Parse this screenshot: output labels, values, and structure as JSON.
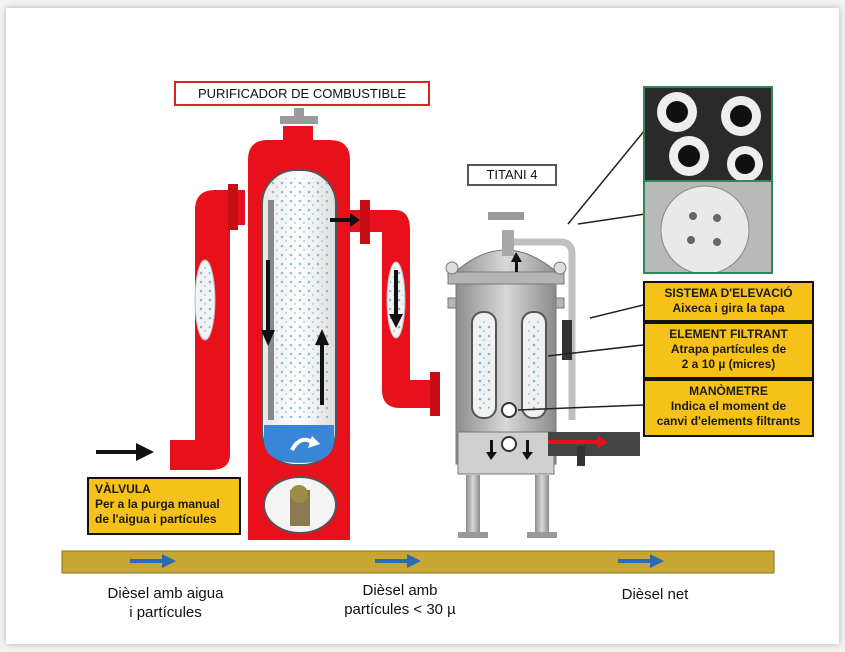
{
  "titles": {
    "purifier": "PURIFICADOR DE COMBUSTIBLE",
    "titan": "TITANI 4"
  },
  "callouts": {
    "valve": {
      "heading": "VÀLVULA",
      "line1": "Per a la purga manual",
      "line2": "de l'aigua i partícules"
    },
    "lift": {
      "heading": "SISTEMA D'ELEVACIÓ",
      "line1": "Aixeca i gira la tapa"
    },
    "filter": {
      "heading": "ELEMENT FILTRANT",
      "line1": "Atrapa partícules de",
      "line2": "2 a 10 µ (micres)"
    },
    "gauge": {
      "heading": "MANÒMETRE",
      "line1": "Indica el moment de",
      "line2": "canvi d'elements filtrants"
    }
  },
  "flow_labels": {
    "stage1_line1": "Dièsel amb aigua",
    "stage1_line2": "i partícules",
    "stage2_line1": "Dièsel amb",
    "stage2_line2": "partícules < 30 µ",
    "stage3": "Dièsel net"
  },
  "colors": {
    "purifier_red": "#e8101a",
    "callout_yellow": "#f6c21a",
    "pipe_band": "#c9a531",
    "flow_arrow": "#2a6bb3",
    "steel": "#b8b8b8"
  }
}
